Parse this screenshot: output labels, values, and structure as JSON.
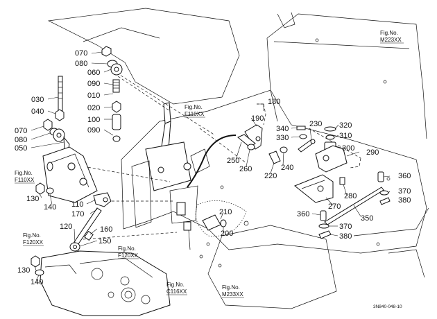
{
  "diagram": {
    "code": "3N840-048-10",
    "part_numbers": [
      "070",
      "080",
      "060",
      "090",
      "010",
      "020",
      "100",
      "090",
      "030",
      "040",
      "070",
      "080",
      "050",
      "180",
      "190",
      "340",
      "330",
      "230",
      "320",
      "310",
      "300",
      "290",
      "250",
      "260",
      "240",
      "220",
      "360",
      "370",
      "380",
      "280",
      "270",
      "350",
      "360",
      "370",
      "380",
      "210",
      "200",
      "110",
      "170",
      "130",
      "140",
      "120",
      "160",
      "150",
      "130",
      "140"
    ],
    "figure_refs": [
      {
        "prefix": "Fig.No.",
        "code": "M223XX"
      },
      {
        "prefix": "Fig.No.",
        "code": "F110XX"
      },
      {
        "prefix": "Fig.No.",
        "code": "F110XX"
      },
      {
        "prefix": "Fig.No.",
        "code": "F120XX"
      },
      {
        "prefix": "Fig.No.",
        "code": "F120XX"
      },
      {
        "prefix": "Fig.No.",
        "code": "C116XX"
      },
      {
        "prefix": "Fig.No.",
        "code": "M233XX"
      }
    ]
  }
}
